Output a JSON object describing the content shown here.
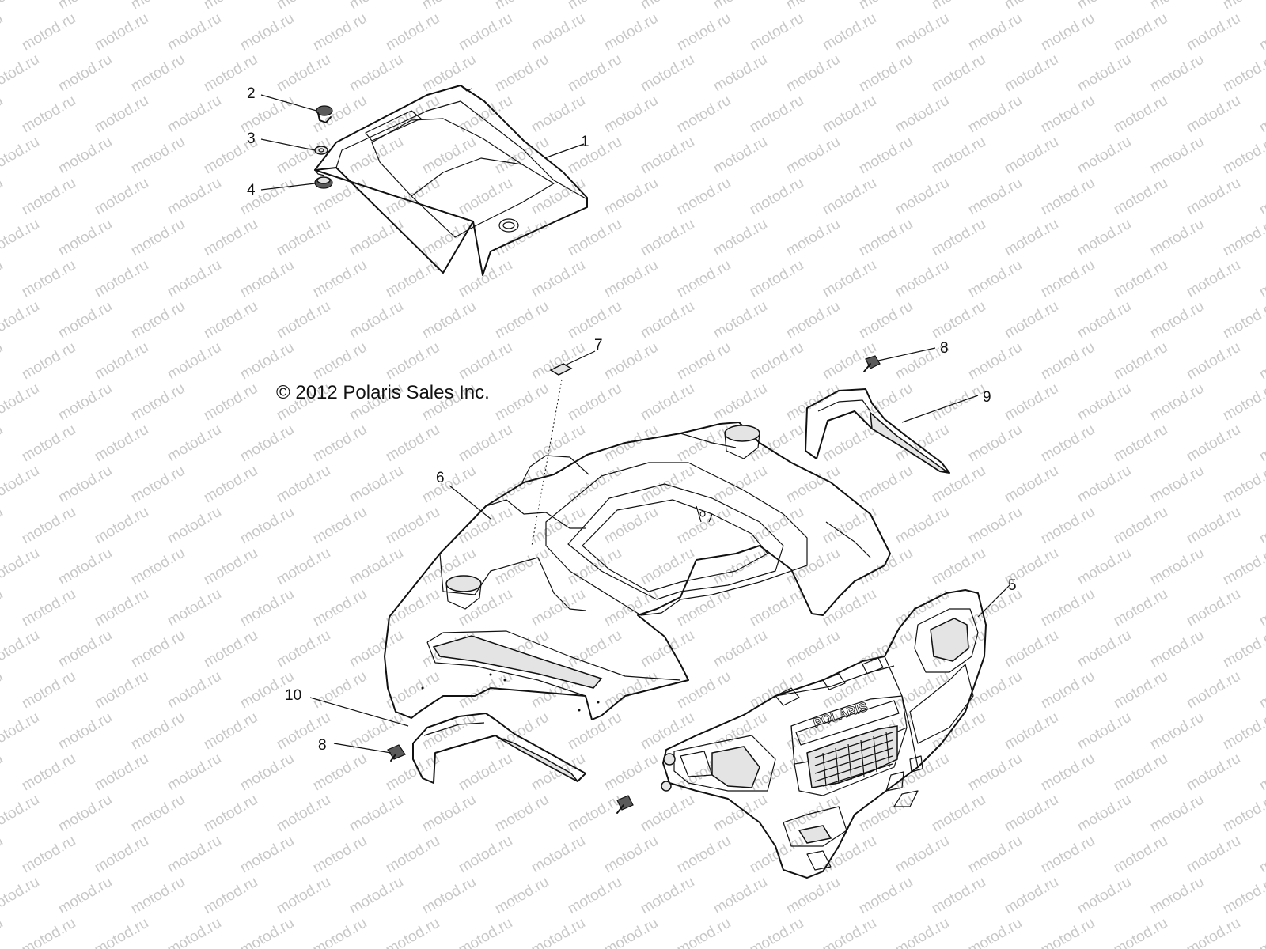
{
  "copyright": "© 2012 Polaris Sales Inc.",
  "watermark": "motod.ru",
  "brand_text": "POLARIS",
  "callouts": [
    "1",
    "2",
    "3",
    "4",
    "5",
    "6",
    "7",
    "8",
    "9",
    "10",
    "8"
  ],
  "colors": {
    "line": "#111111",
    "watermark": "#c8c8c8",
    "background": "#ffffff"
  }
}
